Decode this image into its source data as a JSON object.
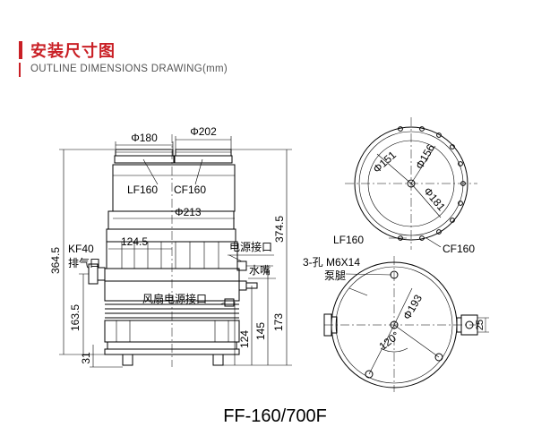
{
  "header": {
    "title": "安装尺寸图",
    "subtitle": "OUTLINE  DIMENSIONS DRAWING(mm)",
    "accent_color": "#c91f25"
  },
  "drawing": {
    "model": "FF-160/700F",
    "side_view": {
      "dims": {
        "d180": "Φ180",
        "d202": "Φ202",
        "d213": "Φ213",
        "w124_5": "124.5",
        "h364_5": "364.5",
        "h374_5": "374.5",
        "h163_5": "163.5",
        "h31": "31",
        "h124": "124",
        "h145": "145",
        "h173": "173"
      },
      "labels": {
        "lf160": "LF160",
        "cf160": "CF160",
        "kf40": "KF40",
        "exhaust": "排气口",
        "power": "电源接口",
        "water": "水嘴",
        "fan_power": "风扇电源接口"
      }
    },
    "top_view": {
      "dims": {
        "d151": "Φ151",
        "d156": "Φ156",
        "d181": "Φ181"
      },
      "labels": {
        "lf160": "LF160",
        "cf160": "CF160"
      }
    },
    "bottom_view": {
      "dims": {
        "d193": "Φ193",
        "a120": "120°",
        "h25": "25"
      },
      "labels": {
        "holes": "3-孔 M6X14",
        "foot": "泵腿"
      }
    }
  }
}
